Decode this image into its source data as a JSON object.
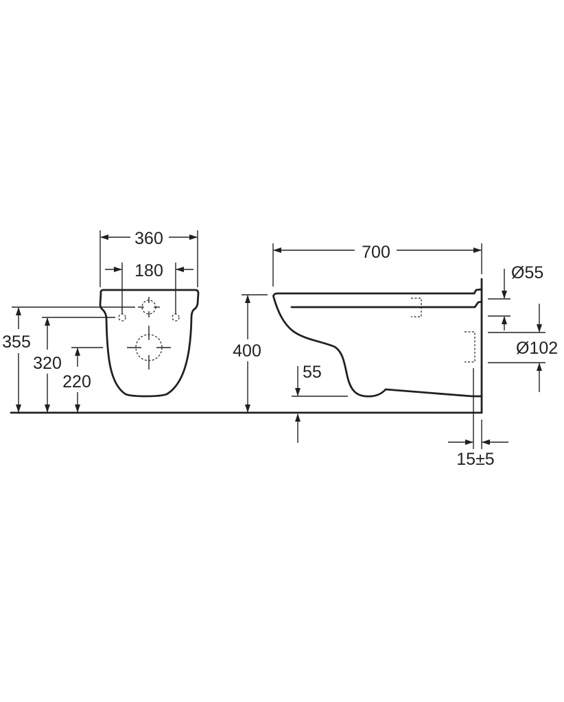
{
  "front_view": {
    "width_overall": "360",
    "fixing_centres": "180",
    "height_rim": "355",
    "height_fixing": "320",
    "height_outlet": "220"
  },
  "side_view": {
    "projection": "700",
    "rim_height": "400",
    "outlet_height": "55",
    "inlet_diameter": "Ø55",
    "outlet_diameter": "Ø102",
    "wall_gap": "15±5"
  },
  "colors": {
    "line": "#231f20",
    "background": "#ffffff"
  }
}
